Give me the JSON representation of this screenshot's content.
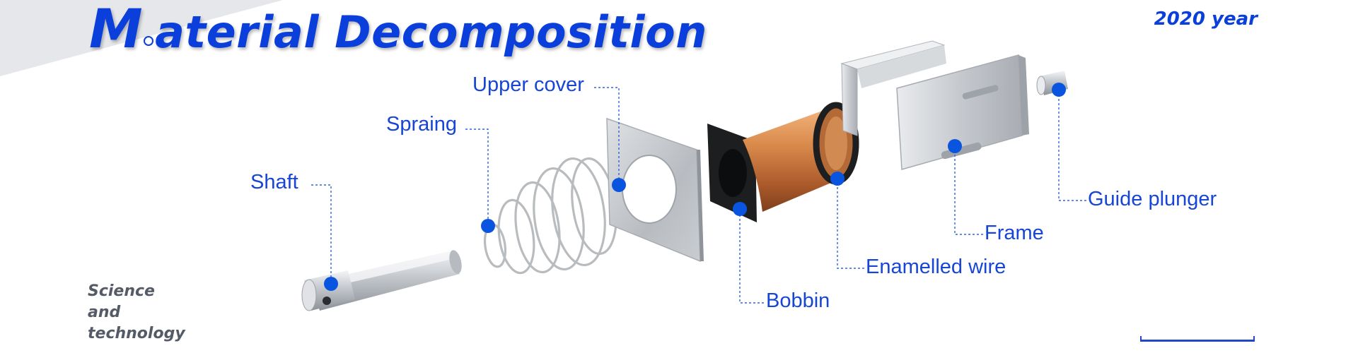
{
  "header": {
    "title_initial": "M",
    "title_rest": "aterial Decomposition",
    "year": "2020 year"
  },
  "sidebar": {
    "lines": [
      "Science",
      "and",
      "technology"
    ]
  },
  "parts": {
    "shaft": "Shaft",
    "spraing": "Spraing",
    "upper_cover": "Upper cover",
    "bobbin": "Bobbin",
    "enamelled_wire": "Enamelled wire",
    "frame": "Frame",
    "guide_plunger": "Guide plunger"
  },
  "colors": {
    "accent": "#0b3fdb",
    "dot": "#0a55e0",
    "copper": "#c8743a",
    "metal": "#c9ccd1"
  }
}
